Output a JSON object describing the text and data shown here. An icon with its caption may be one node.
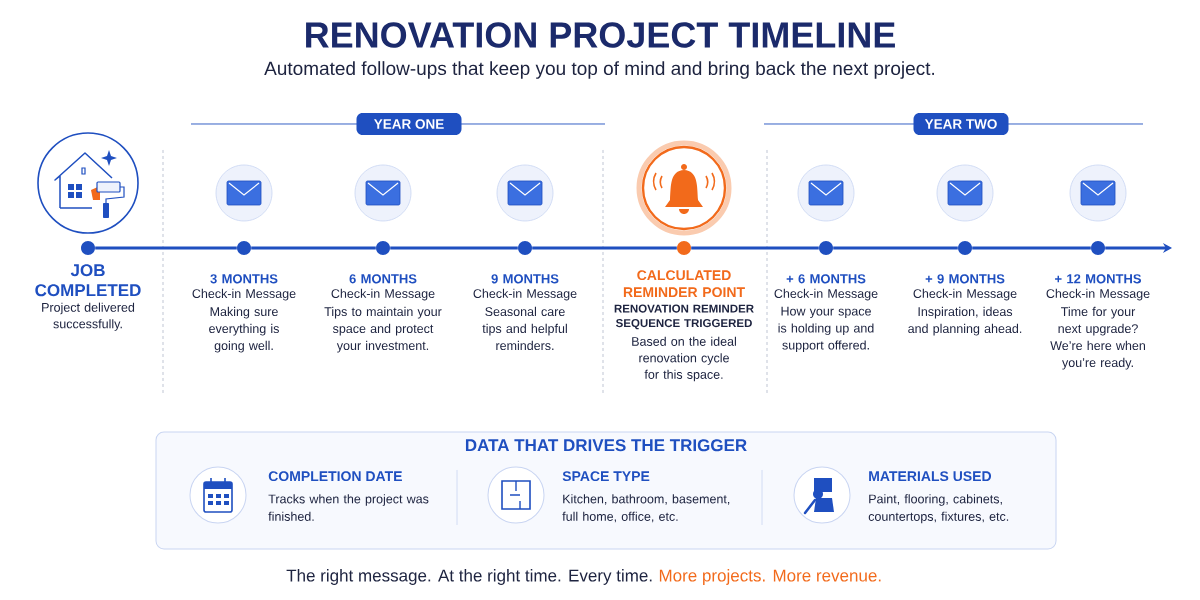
{
  "diagram": {
    "title": "RENOVATION PROJECT TIMELINE",
    "nodes": [
      {
        "text": [
          "YEAR ONE"
        ]
      },
      {
        "text": [
          "YEAR TWO"
        ]
      },
      {
        "text": [],
        "shape": "circle",
        "beside": [
          "JOB COMPLETED",
          "Project delivered successfully."
        ]
      },
      {
        "text": [],
        "shape": "circle",
        "beside": [
          "3 MONTHS",
          "Check-in Message",
          "Making sure everything is going well."
        ]
      },
      {
        "text": [],
        "shape": "circle",
        "beside": [
          "6 MONTHS",
          "Check-in Message",
          "Tips to maintain your space and protect your investment."
        ]
      },
      {
        "text": [],
        "shape": "circle",
        "beside": [
          "9 MONTHS",
          "Check-in Message",
          "Seasonal care tips and helpful reminders."
        ]
      },
      {
        "text": [],
        "shape": "circle",
        "beside": [
          "CALCULATED REMINDER POINT",
          "RENOVATION REMINDER SEQUENCE TRIGGERED",
          "Based on the ideal renovation cycle for this space."
        ]
      },
      {
        "text": [],
        "shape": "circle",
        "beside": [
          "+ 6 MONTHS",
          "Check-in Message",
          "How your space is holding up and support offered."
        ]
      },
      {
        "text": [],
        "shape": "circle",
        "beside": [
          "+ 9 MONTHS",
          "Check-in Message",
          "Inspiration, ideas and planning ahead."
        ]
      },
      {
        "text": [],
        "shape": "circle",
        "beside": [
          "+ 12 MONTHS",
          "Check-in Message",
          "Time for your next upgrade? We’re here when you’re ready."
        ]
      },
      {
        "text": [
          "DATA THAT DRIVES THE TRIGGER"
        ]
      }
    ],
    "edges": [
      {
        "from": 2,
        "to": 3,
        "arrow": "none"
      },
      {
        "from": 3,
        "to": 4,
        "arrow": "none"
      },
      {
        "from": 4,
        "to": 5,
        "arrow": "none"
      },
      {
        "from": 5,
        "to": 6,
        "arrow": "none"
      },
      {
        "from": 6,
        "to": 7,
        "arrow": "none"
      },
      {
        "from": 7,
        "to": 8,
        "arrow": "none"
      },
      {
        "from": 8,
        "to": 9,
        "arrow": "none"
      },
      {
        "from": 9,
        "to": null,
        "arrow": "to"
      }
    ],
    "labels": [
      "Automated follow-ups that keep you top of mind and bring back the next project.",
      "COMPLETION DATE",
      "Tracks when the project was finished.",
      "SPACE TYPE",
      "Kitchen, bathroom, basement, full home, office, etc.",
      "MATERIALS USED",
      "Paint, flooring, cabinets, countertops, fixtures, etc.",
      "The right message. At the right time. Every time.",
      "More projects. More revenue."
    ]
  }
}
